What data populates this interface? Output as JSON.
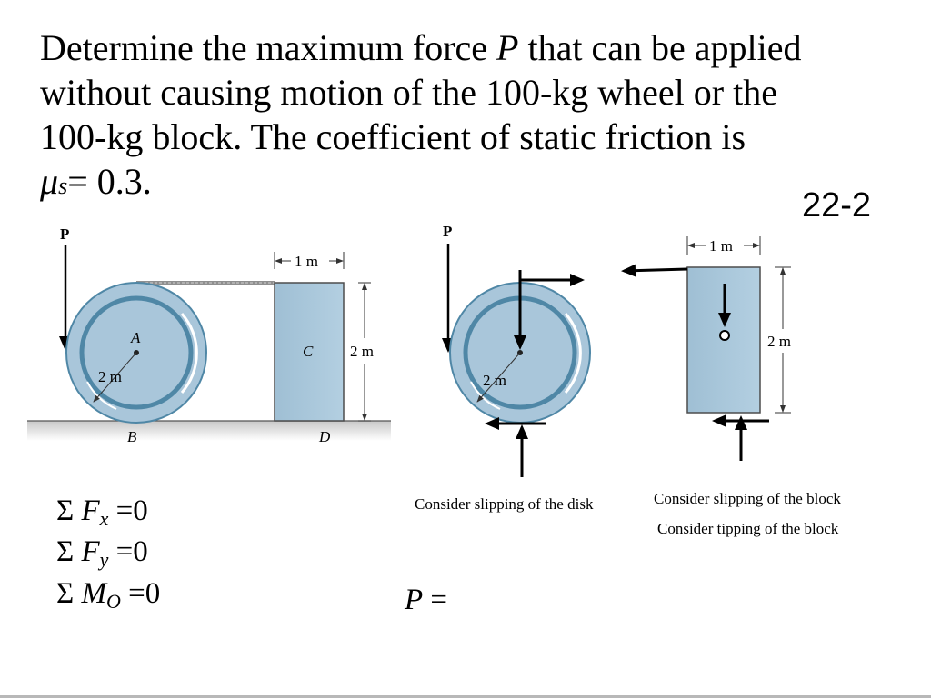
{
  "problem": {
    "line1_pre": "Determine the maximum force ",
    "line1_var": "P",
    "line1_post": " that can be applied",
    "line2": "without causing motion of the 100-kg wheel or the",
    "line3": "100-kg block. The coefficient of static friction is",
    "mu_symbol": "μ",
    "mu_sub": "s",
    "mu_value": "= 0.3."
  },
  "problem_number": "22-2",
  "figure": {
    "force_label": "P",
    "point_a": "A",
    "point_b": "B",
    "point_c": "C",
    "point_d": "D",
    "wheel_diameter": "2 m",
    "block_width": "1 m",
    "block_height": "2 m"
  },
  "fbd_disk": {
    "force_label": "P",
    "diameter_label": "2 m"
  },
  "fbd_block": {
    "width_label": "1 m",
    "height_label": "2 m"
  },
  "equations": [
    {
      "symbol": "Σ",
      "var": "F",
      "sub": "x",
      "rhs": "=0"
    },
    {
      "symbol": "Σ",
      "var": "F",
      "sub": "y",
      "rhs": "=0"
    },
    {
      "symbol": "Σ",
      "var": "M",
      "sub": "O",
      "rhs": "=0"
    }
  ],
  "captions": {
    "disk_slip": "Consider slipping of the disk",
    "block_slip": "Consider slipping of the block",
    "block_tip": "Consider tipping of the block"
  },
  "answer": {
    "var": "P",
    "eq": "="
  },
  "colors": {
    "disk_fill": "#a9c6da",
    "disk_ring": "#4f87a6",
    "block_fill": "#a6c4d8",
    "ground": "#d9d9d9"
  }
}
